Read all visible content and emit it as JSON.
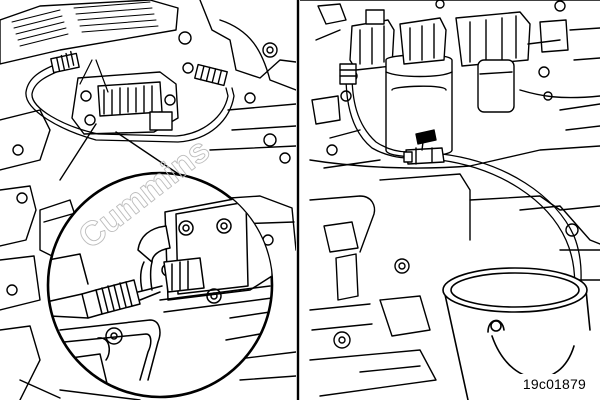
{
  "figure": {
    "reference_code": "19c01879",
    "watermark": "Cummins",
    "panels": [
      {
        "name": "left",
        "content": "engine fuel pump with fuel line fitting, magnified detail of loosened fitting"
      },
      {
        "name": "right",
        "content": "fuel filter head with drain hose and valve running into bucket"
      }
    ]
  }
}
